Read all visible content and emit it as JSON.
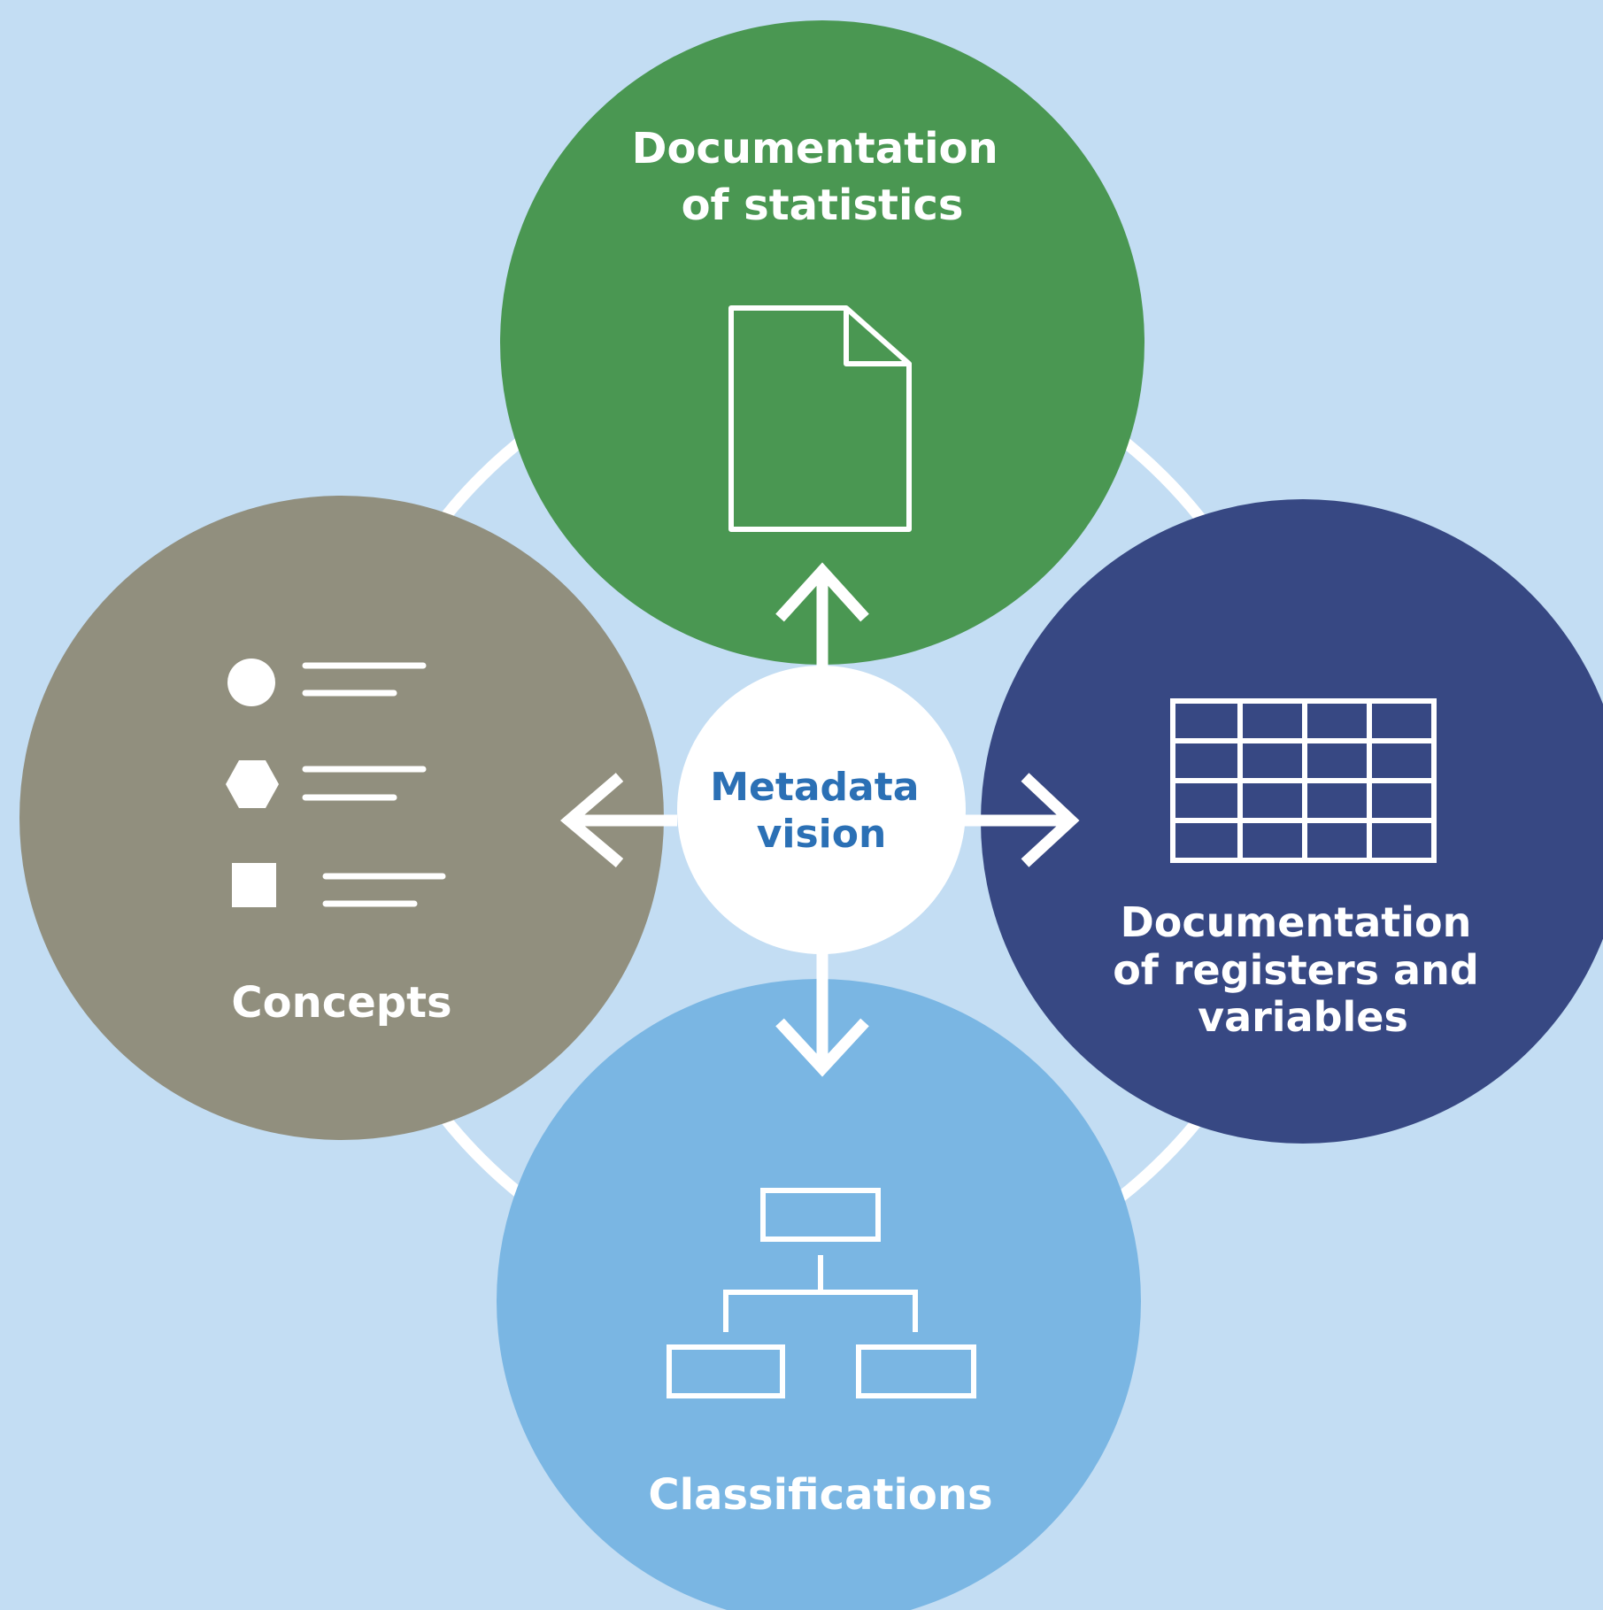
{
  "colors": {
    "background": "#c3ddf3",
    "statistics": "#4a9752",
    "registers": "#374883",
    "classifications": "#7ab6e3",
    "concepts": "#918f7e",
    "center": "#ffffff",
    "center_text": "#2b70b5",
    "line": "#ffffff"
  },
  "center": {
    "line1": "Metadata",
    "line2": "vision"
  },
  "nodes": {
    "statistics": {
      "line1": "Documentation",
      "line2": "of statistics",
      "icon": "document-icon"
    },
    "registers": {
      "line1": "Documentation",
      "line2": "of registers and",
      "line3": "variables",
      "icon": "table-icon"
    },
    "classifications": {
      "line1": "Classifications",
      "icon": "hierarchy-icon"
    },
    "concepts": {
      "line1": "Concepts",
      "icon": "shape-list-icon"
    }
  }
}
